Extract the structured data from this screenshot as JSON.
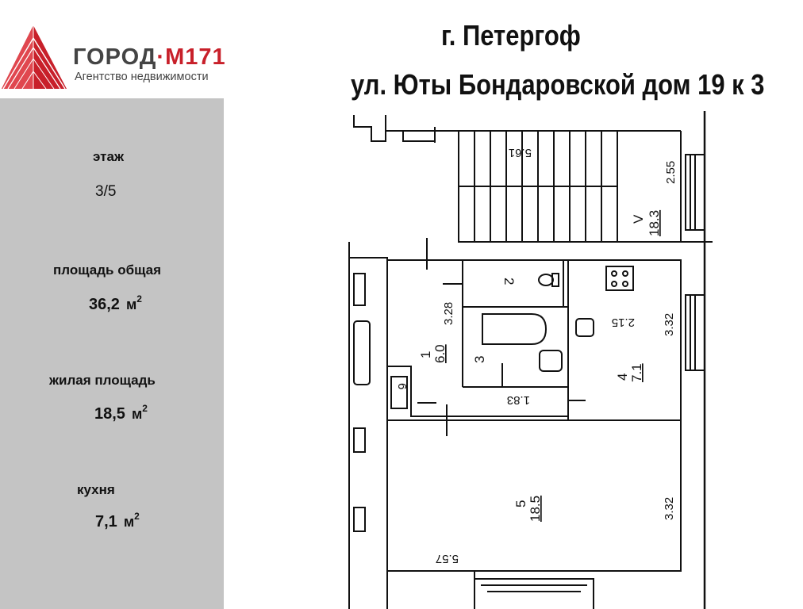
{
  "header": {
    "city": "г.  Петергоф",
    "address": "ул. Юты Бондаровской дом 19 к 3"
  },
  "brand": {
    "name_part1": "ГОРОД",
    "name_dot": "·",
    "name_part2": "М171",
    "tagline": "Агентство недвижимости",
    "accent_color": "#c8202a",
    "text_color": "#444444"
  },
  "sidebar": {
    "panel_color": "#c4c4c4",
    "floor": {
      "label": "этаж",
      "value": "3/5"
    },
    "total_area": {
      "label": "площадь общая",
      "value": "36,2",
      "unit": "м",
      "exponent": "2"
    },
    "living_area": {
      "label": "жилая площадь",
      "value": "18,5",
      "unit": "м",
      "exponent": "2"
    },
    "kitchen": {
      "label": "кухня",
      "value": "7,1",
      "unit": "м",
      "exponent": "2"
    }
  },
  "floor_plan": {
    "stair": {
      "width": "5.61",
      "depth": "2.55",
      "label": "V",
      "area": "18.3"
    },
    "room1": {
      "number": "1",
      "area": "6.0",
      "height": "3.28"
    },
    "room2": {
      "number": "2"
    },
    "room3": {
      "number": "3"
    },
    "room4": {
      "number": "4",
      "area": "7.1",
      "width": "2.15",
      "depth": "3.32"
    },
    "room5": {
      "number": "5",
      "area": "18.5",
      "width": "5.57",
      "depth": "3.32"
    },
    "room6": {
      "number": "6"
    },
    "bath_width": "1.83"
  }
}
